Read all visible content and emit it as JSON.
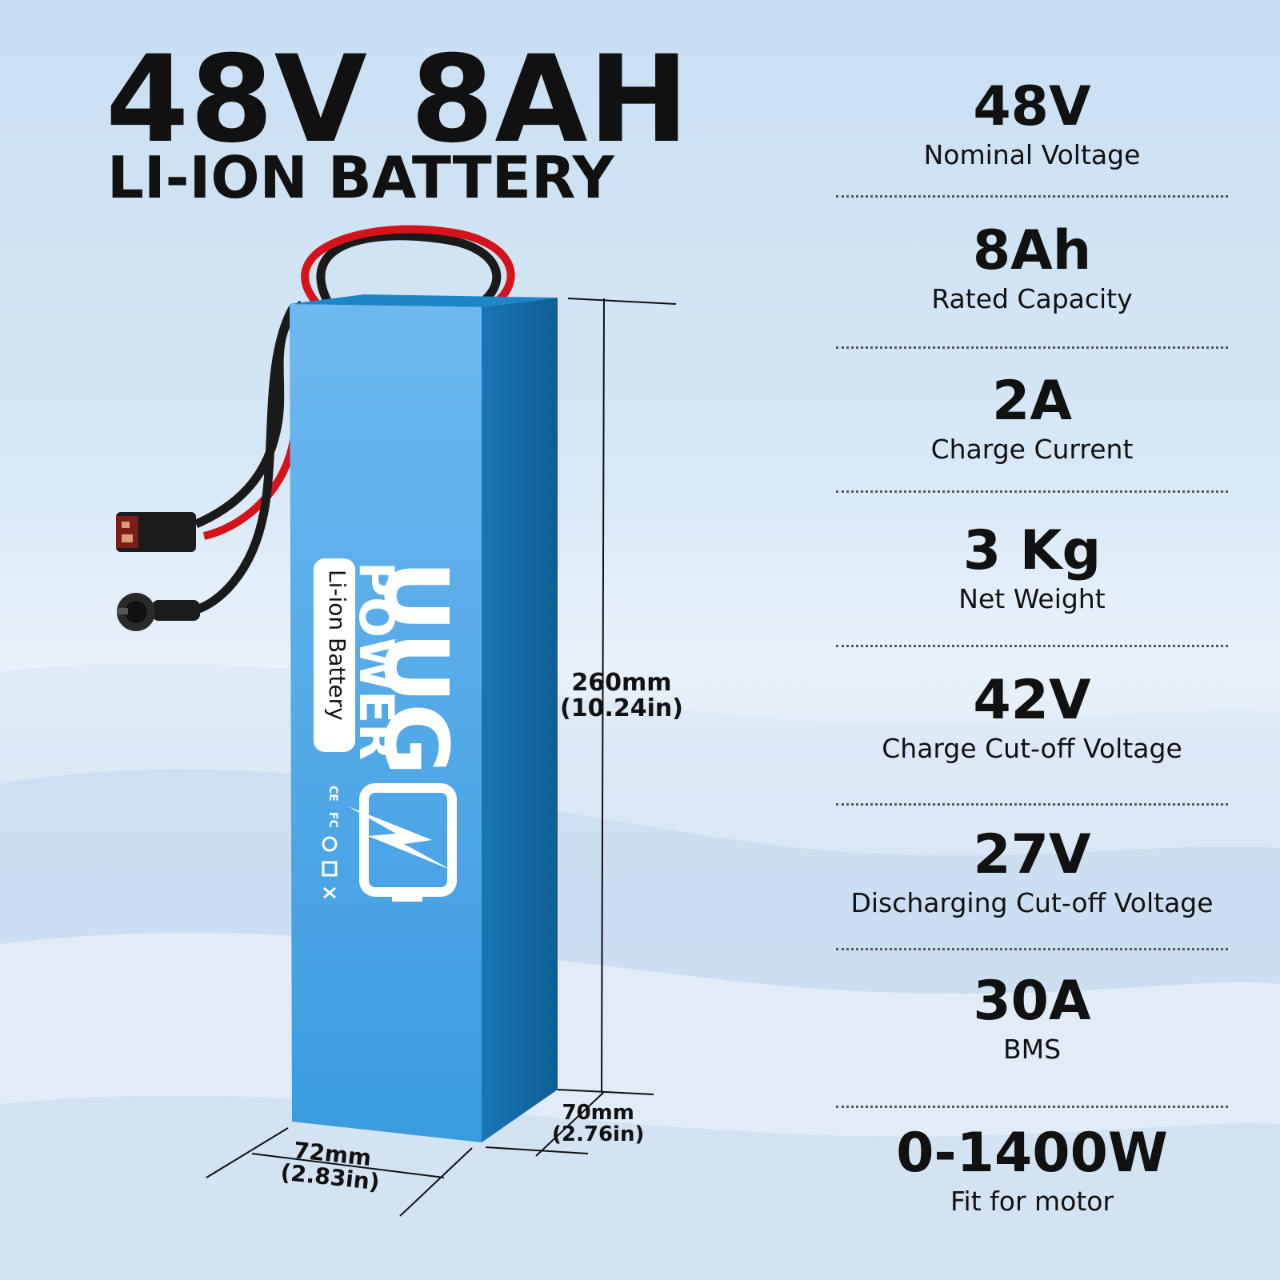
{
  "title": {
    "main": "48V 8AH",
    "sub": "LI-ION BATTERY"
  },
  "specs": [
    {
      "value": "48V",
      "label": "Nominal Voltage"
    },
    {
      "value": "8Ah",
      "label": "Rated Capacity"
    },
    {
      "value": "2A",
      "label": "Charge Current"
    },
    {
      "value": "3 Kg",
      "label": "Net Weight"
    },
    {
      "value": "42V",
      "label": "Charge Cut-off Voltage"
    },
    {
      "value": "27V",
      "label": "Discharging Cut-off Voltage"
    },
    {
      "value": "30A",
      "label": "BMS"
    },
    {
      "value": "0-1400W",
      "label": "Fit for motor"
    }
  ],
  "dimensions": {
    "height": {
      "mm": "260mm",
      "in": "(10.24in)"
    },
    "depth": {
      "mm": "70mm",
      "in": "(2.76in)"
    },
    "width": {
      "mm": "72mm",
      "in": "(2.83in)"
    }
  },
  "battery_label": {
    "brand_line1": "UUG",
    "brand_line2": "POWER",
    "tag": "Li-ion Battery"
  },
  "colors": {
    "battery_front": "#5aaeea",
    "battery_side": "#146da8",
    "battery_top": "#1d86c8",
    "wire_red": "#d4141a",
    "wire_black": "#1a1a1a",
    "text": "#111111"
  },
  "icons": [
    "ce-mark-icon",
    "fc-mark-icon",
    "recycle-icon",
    "weee-bin-icon",
    "lightning-battery-icon"
  ]
}
